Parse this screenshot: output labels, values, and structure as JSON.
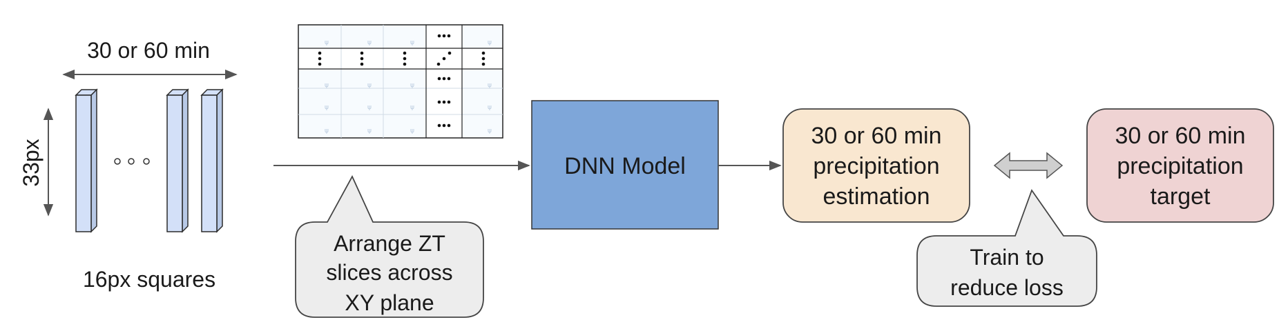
{
  "input_block": {
    "time_label": "30 or 60 min",
    "height_label": "33px",
    "caption": "16px squares",
    "ellipsis": "• • •"
  },
  "arrange_callout": {
    "lines": [
      "Arrange ZT",
      "slices across",
      "XY plane"
    ]
  },
  "model": {
    "label": "DNN Model"
  },
  "estimation": {
    "lines": [
      "30 or 60 min",
      "precipitation",
      "estimation"
    ]
  },
  "target": {
    "lines": [
      "30 or 60 min",
      "precipitation",
      "target"
    ]
  },
  "loss_callout": {
    "lines": [
      "Train to",
      "reduce loss"
    ]
  },
  "colors": {
    "slice_fill": "#d3e0f8",
    "slice_stroke": "#2a2a2a",
    "model_fill": "#7ea6d9",
    "estimation_fill": "#f9e7d0",
    "target_fill": "#efd3d3",
    "callout_fill": "#ededed",
    "arrow": "#555555",
    "double_arrow_fill": "#cfcfcf"
  }
}
